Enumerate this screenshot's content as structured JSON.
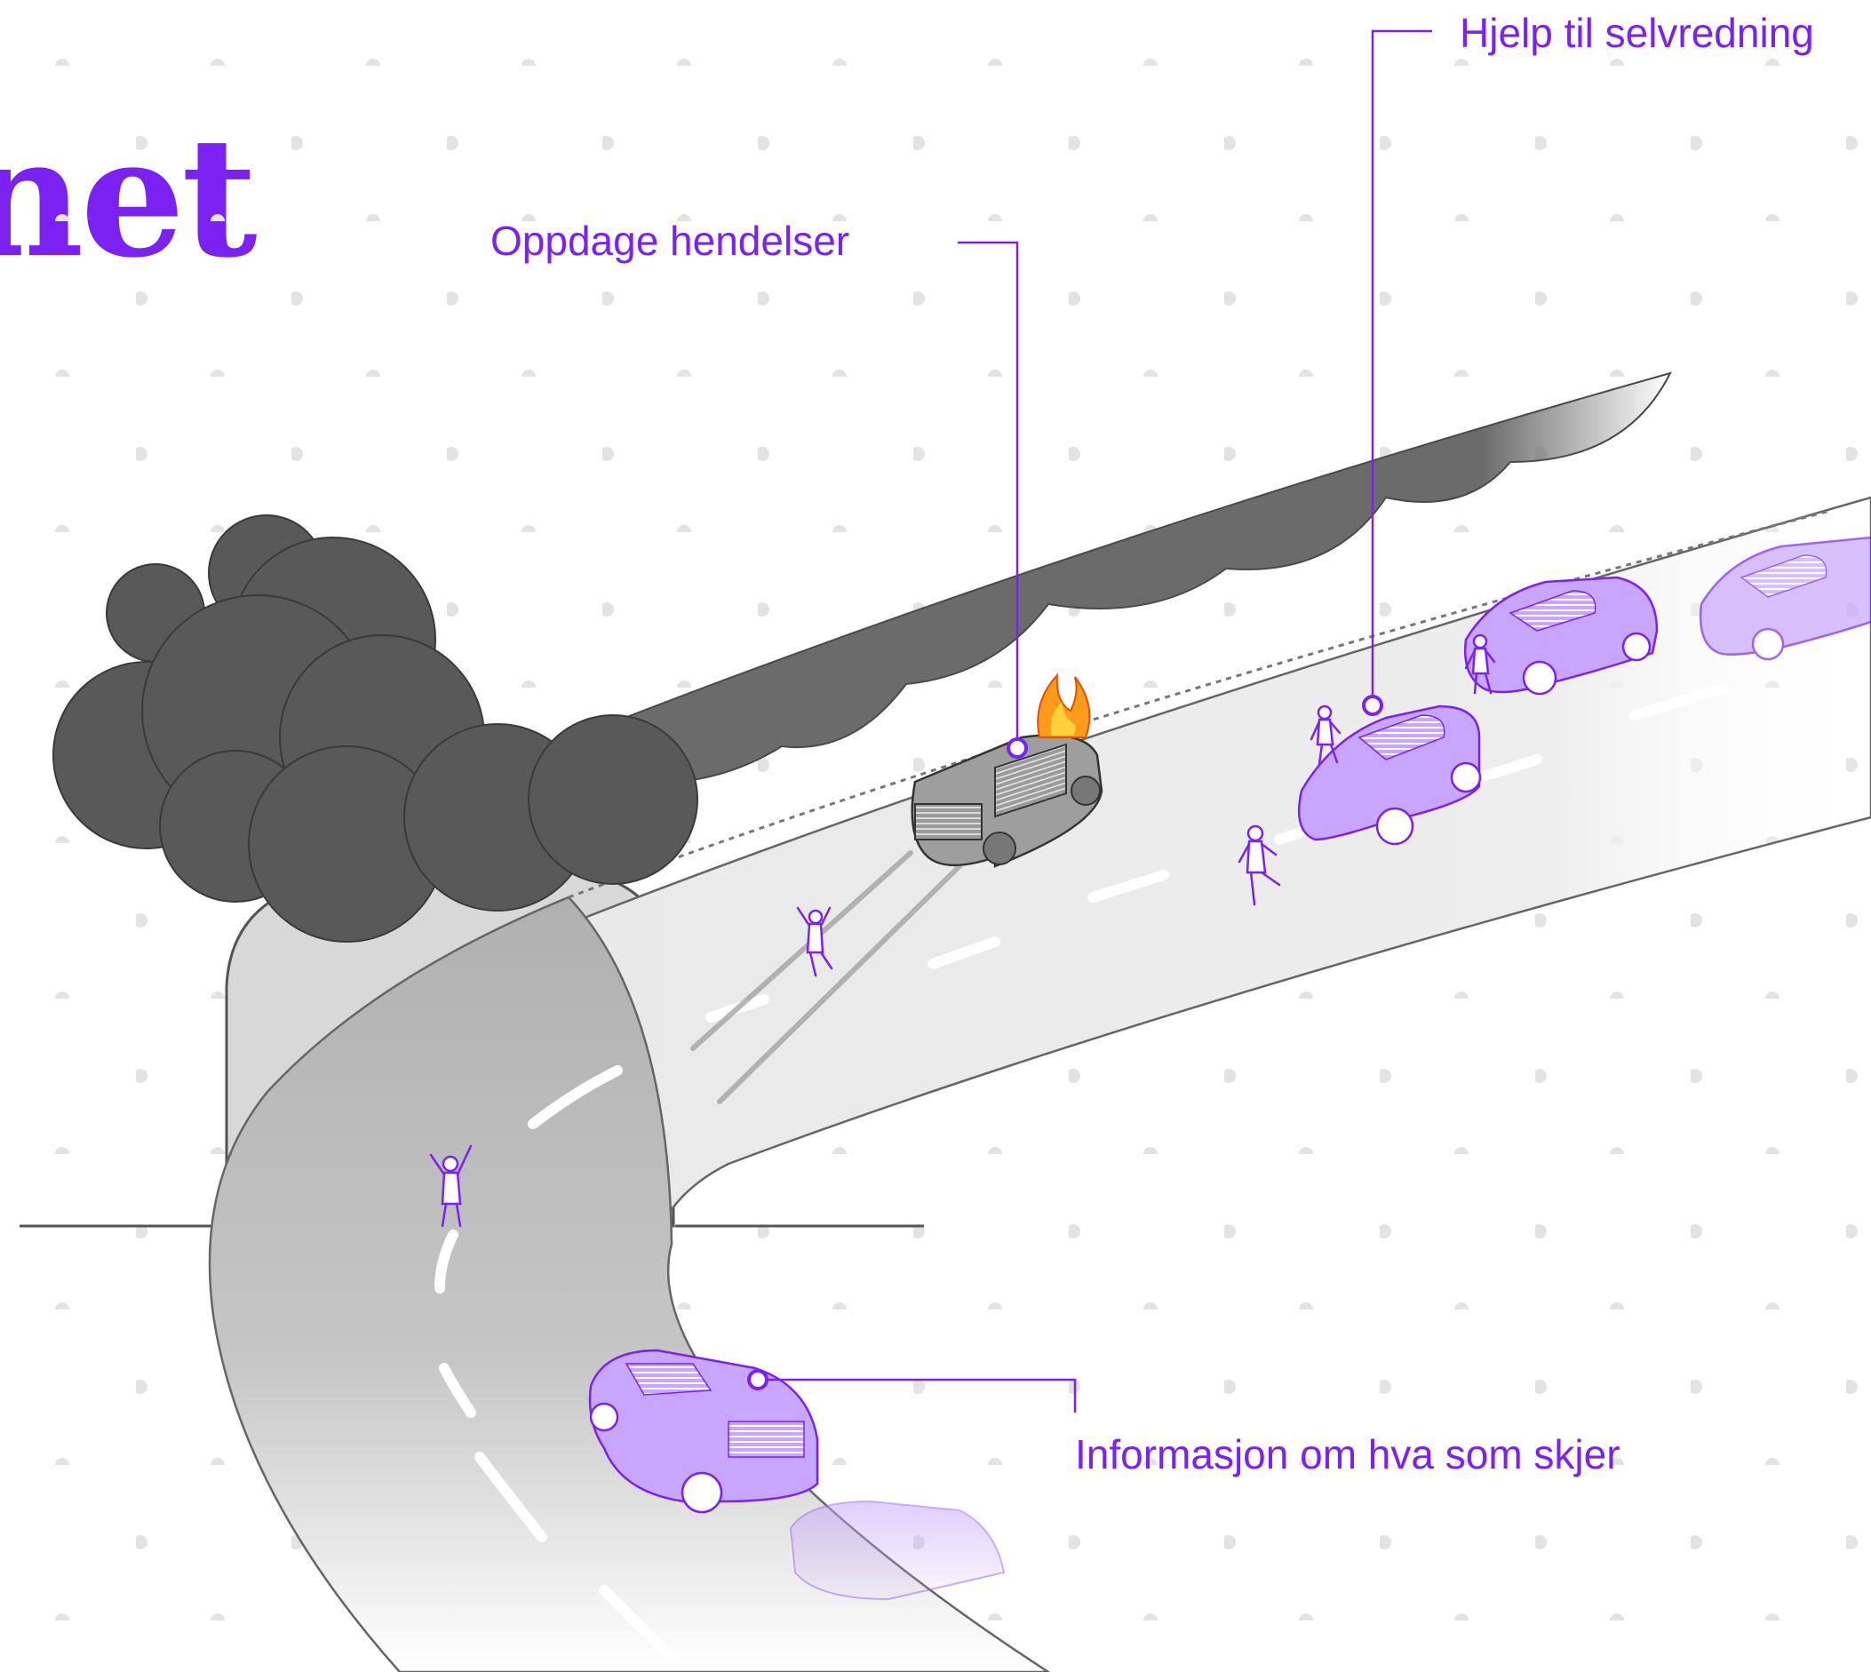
{
  "heading": {
    "text": "net"
  },
  "colors": {
    "accent": "#7b22f2",
    "car_fill": "#c7a6fb",
    "smoke": "#5a5a5a",
    "road_light": "#ececec",
    "road_dark": "#b3b3b3",
    "dots": "#e3e3e3"
  },
  "callouts": [
    {
      "id": "detect",
      "text": "Oppdage hendelser"
    },
    {
      "id": "self_rescue",
      "text": "Hjelp til selvredning"
    },
    {
      "id": "information",
      "text": "Informasjon om hva som skjer"
    }
  ],
  "icons": {
    "fire": "fire-icon",
    "marker": "callout-marker-icon"
  }
}
